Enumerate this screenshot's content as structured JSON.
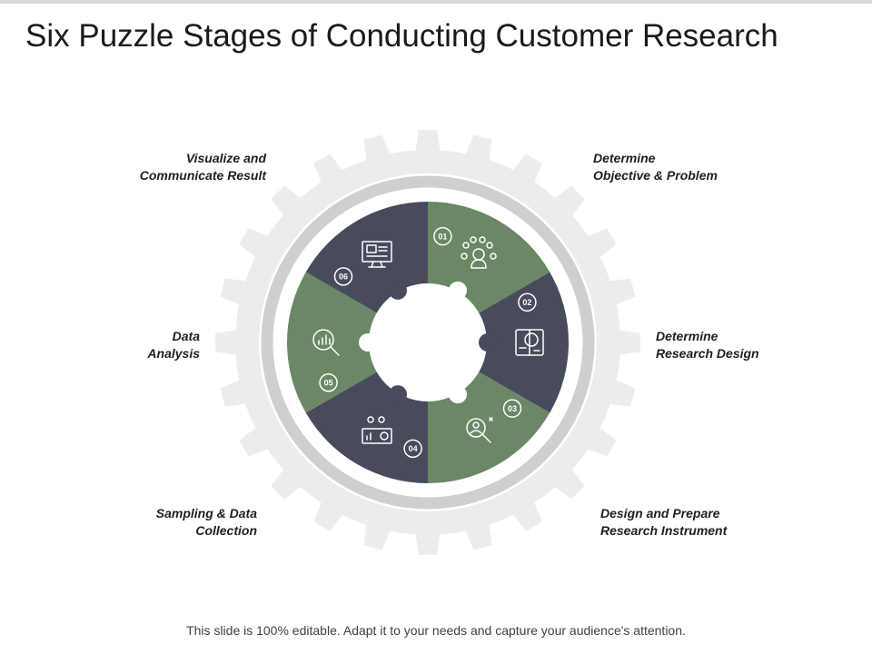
{
  "slide": {
    "title": "Six Puzzle Stages of Conducting Customer Research",
    "footer": "This slide is 100% editable. Adapt it to your needs and capture your audience's attention."
  },
  "colors": {
    "green": "#6b8766",
    "dark": "#474b5c",
    "gear": "#ececec",
    "ring": "#cfcfcf",
    "badge_text": "#ffffff"
  },
  "stages": [
    {
      "number": "01",
      "line1": "Determine",
      "line2": "Objective & Problem",
      "color": "green",
      "icon": "user-ideas-icon"
    },
    {
      "number": "02",
      "line1": "Determine",
      "line2": "Research Design",
      "color": "dark",
      "icon": "research-book-icon"
    },
    {
      "number": "03",
      "line1": "Design and Prepare",
      "line2": "Research Instrument",
      "color": "green",
      "icon": "search-person-icon"
    },
    {
      "number": "04",
      "line1": "Sampling & Data",
      "line2": "Collection",
      "color": "dark",
      "icon": "team-data-board-icon"
    },
    {
      "number": "05",
      "line1": "Data",
      "line2": "Analysis",
      "color": "green",
      "icon": "magnify-chart-icon"
    },
    {
      "number": "06",
      "line1": "Visualize and",
      "line2": "Communicate Result",
      "color": "dark",
      "icon": "monitor-presentation-icon"
    }
  ]
}
